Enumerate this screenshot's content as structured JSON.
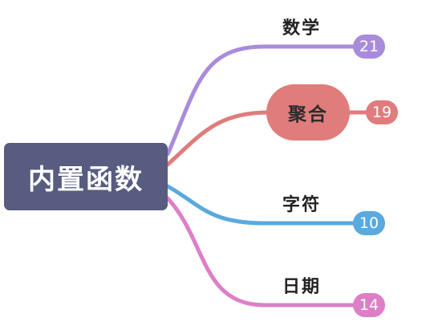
{
  "root": {
    "label": "内置函数",
    "color": "#575c80"
  },
  "branches": [
    {
      "label": "数学",
      "count": "21",
      "color": "#a98bdb",
      "highlighted": false
    },
    {
      "label": "聚合",
      "count": "19",
      "color": "#e07c7c",
      "highlighted": true
    },
    {
      "label": "字符",
      "count": "10",
      "color": "#5aa9df",
      "highlighted": false
    },
    {
      "label": "日期",
      "count": "14",
      "color": "#dd7fc7",
      "highlighted": false
    }
  ]
}
